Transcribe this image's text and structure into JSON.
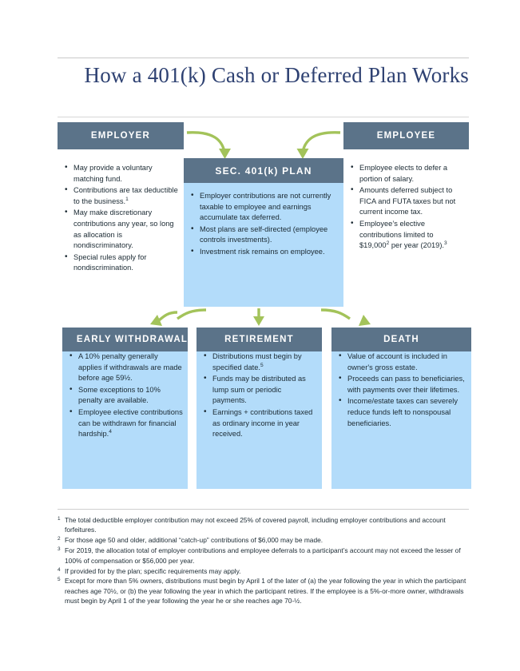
{
  "title": "How a 401(k) Cash or Deferred Plan Works",
  "colors": {
    "header_bar": "#5b7389",
    "body_fill": "#b3dcfa",
    "arrow_green": "#a3c35a",
    "title_navy": "#2e4172",
    "text": "#1b2a33"
  },
  "employer": {
    "header": "EMPLOYER",
    "bullets": [
      "May provide a voluntary matching fund.",
      "Contributions are tax deductible to the business.¹",
      "May make discretionary contributions any year, so long as allocation is nondiscriminatory.",
      "Special rules apply for nondiscrimination."
    ]
  },
  "employee": {
    "header": "EMPLOYEE",
    "bullets": [
      "Employee elects to defer a portion of salary.",
      "Amounts deferred subject to FICA and FUTA taxes but not current income tax.",
      "Employee's elective contributions limited to $19,000² per year (2019).³"
    ]
  },
  "plan": {
    "header": "SEC. 401(k) PLAN",
    "bullets": [
      "Employer contributions are not currently taxable to employee and earnings accumulate tax deferred.",
      "Most plans are self-directed (employee controls investments).",
      "Investment risk remains on employee."
    ]
  },
  "outcomes": [
    {
      "header": "EARLY WITHDRAWAL",
      "bullets": [
        "A 10% penalty generally applies if withdrawals are made before age 59½.",
        "Some exceptions to 10% penalty are available.",
        "Employee elective contributions can be withdrawn for financial hardship.⁴"
      ]
    },
    {
      "header": "RETIREMENT",
      "bullets": [
        "Distributions must begin by specified date.⁵",
        "Funds may be distributed as lump sum or periodic payments.",
        "Earnings + contributions taxed as ordinary income in year received."
      ]
    },
    {
      "header": "DEATH",
      "bullets": [
        "Value of account is included in owner's gross estate.",
        "Proceeds can pass to beneficiaries, with payments over their lifetimes.",
        "Income/estate taxes can severely reduce funds left to nonspousal beneficiaries."
      ]
    }
  ],
  "footnotes": [
    {
      "mark": "1",
      "text": "The total deductible employer contribution may not exceed 25% of covered payroll, including employer contributions and account forfeitures."
    },
    {
      "mark": "2",
      "text": "For those age 50 and older, additional “catch-up” contributions of $6,000 may be made."
    },
    {
      "mark": "3",
      "text": "For 2019, the allocation total of employer contributions and employee deferrals to a participant’s account may not exceed the lesser of 100% of compensation or $56,000 per year."
    },
    {
      "mark": "4",
      "text": "If provided for by the plan; specific requirements may apply."
    },
    {
      "mark": "5",
      "text": "Except for more than 5% owners, distributions must begin by April 1 of the later of (a) the year following the year in which the participant reaches age 70½, or (b) the year following the year in which the participant retires.  If the employee is a 5%-or-more owner, withdrawals must begin by April 1 of the year following the year he or she reaches age 70-½."
    }
  ]
}
